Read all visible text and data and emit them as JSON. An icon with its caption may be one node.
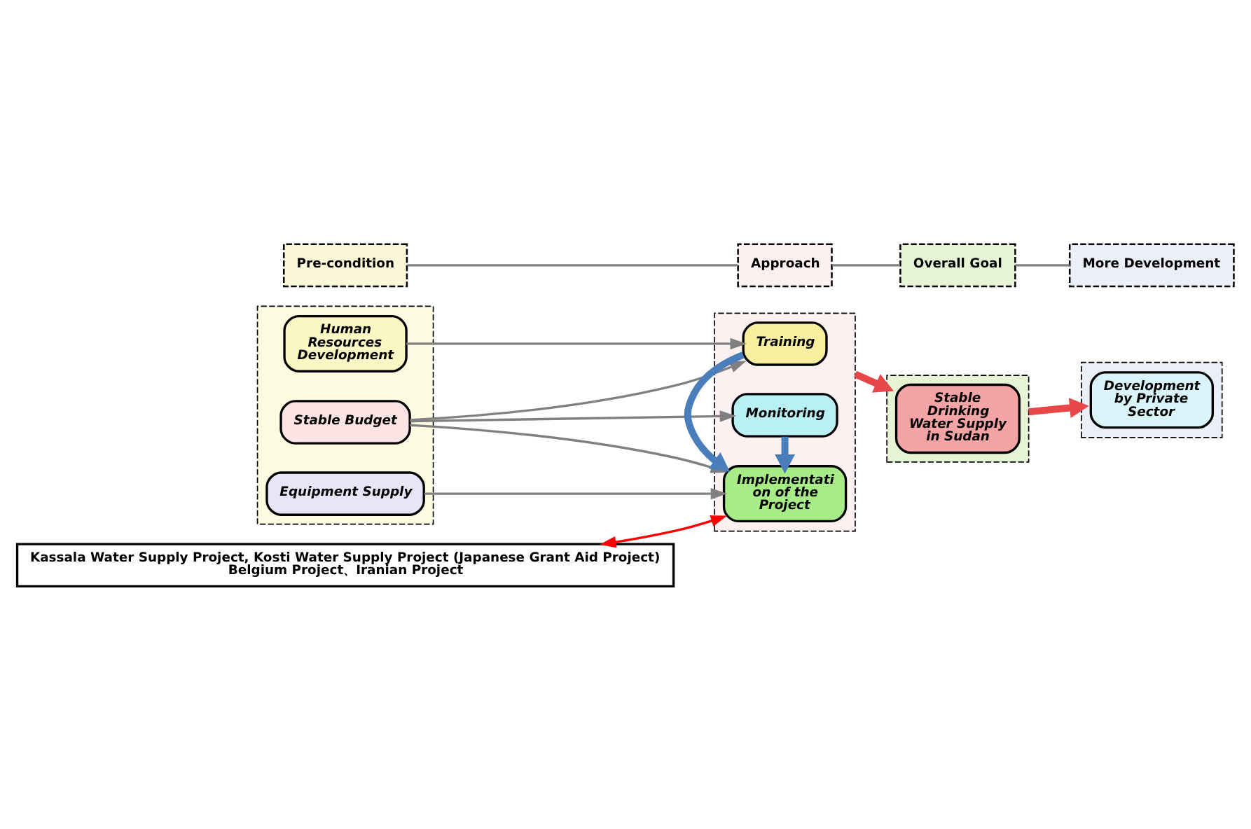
{
  "diagram": {
    "nodes": [
      {
        "text": [],
        "shape": "box"
      },
      {
        "text": [
          "Human Resources Development"
        ],
        "in": 0
      },
      {
        "text": [
          "Stable Budget"
        ],
        "in": 0
      },
      {
        "text": [
          "Equipment Supply"
        ],
        "in": 0
      },
      {
        "text": [],
        "shape": "box"
      },
      {
        "text": [
          "Training"
        ],
        "in": 4
      },
      {
        "text": [
          "Implementati on of the Project"
        ],
        "in": 4
      },
      {
        "text": [
          "Monitoring"
        ],
        "in": 4
      },
      {
        "text": [],
        "shape": "box"
      },
      {
        "text": [
          "Stable Drinking Water Supply in Sudan"
        ],
        "in": 8
      },
      {
        "text": [],
        "shape": "box"
      },
      {
        "text": [
          "Development by Private Sector"
        ],
        "in": 10
      },
      {
        "text": [
          "Pre-condition"
        ]
      },
      {
        "text": [
          "Approach"
        ]
      },
      {
        "text": [
          "Overall Goal"
        ]
      },
      {
        "text": [
          "More Development"
        ]
      },
      {
        "text": [
          "Kassala Water Supply Project, Kosti Water Supply Project (Japanese Grant Aid Project) Belgium Project、Iranian Project"
        ]
      }
    ],
    "edges": [
      {
        "from": 1,
        "to": 5,
        "arrow": "to"
      },
      {
        "from": 2,
        "to": 5,
        "arrow": "to"
      },
      {
        "from": 2,
        "to": 6,
        "arrow": "to"
      },
      {
        "from": 2,
        "to": 7,
        "arrow": "to"
      },
      {
        "from": 3,
        "to": 6,
        "arrow": "to"
      },
      {
        "from": 5,
        "to": 6,
        "arrow": "to",
        "style": "thick",
        "color": "#4a7ebb"
      },
      {
        "from": 7,
        "to": 6,
        "arrow": "to",
        "style": "thick",
        "color": "#4a7ebb"
      },
      {
        "from": 4,
        "to": 8,
        "arrow": "to",
        "style": "thick",
        "color": "#e8474a"
      },
      {
        "from": 8,
        "to": 10,
        "arrow": "to",
        "style": "thick",
        "color": "#e8474a"
      },
      {
        "from": 6,
        "to": 16,
        "arrow": "both",
        "color": "#ff0000"
      },
      {
        "from": 12,
        "to": 13,
        "arrow": "none"
      },
      {
        "from": 13,
        "to": 14,
        "arrow": "none"
      },
      {
        "from": 14,
        "to": 15,
        "arrow": "none"
      }
    ]
  }
}
